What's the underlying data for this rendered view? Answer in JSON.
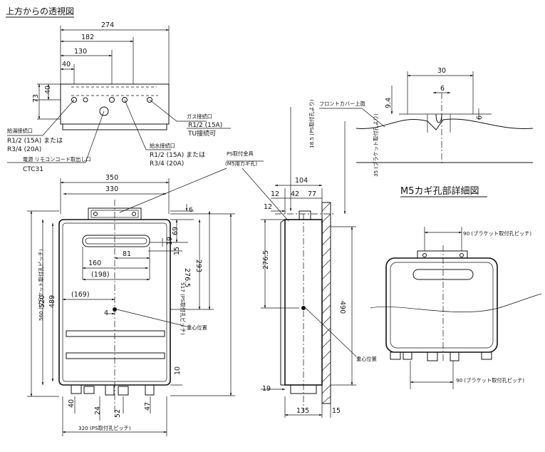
{
  "titles": {
    "top_view": "上方からの透視図",
    "m5_detail": "M5カギ孔部詳細図"
  },
  "top_view": {
    "dims": {
      "w274": "274",
      "w182": "182",
      "w130": "130",
      "w40": "40",
      "h73": "73",
      "h40": "40"
    },
    "labels": {
      "gas": "ガス接続口",
      "gas_spec": "R1/2 (15A)",
      "gas_tu": "TU接続可",
      "hot": "給湯接続口",
      "hot_spec1": "R1/2 (15A) または",
      "hot_spec2": "R3/4 (20A)",
      "power": "電源 リモコンコード取出し口",
      "ctc": "CTC31",
      "cold": "給水接続口",
      "cold_spec1": "R1/2 (15A) または",
      "cold_spec2": "R3/4 (20A)"
    }
  },
  "front_view": {
    "ps_label": "PS取付金具",
    "ps_hole": "(M5用カギ孔)",
    "center": "重心位置",
    "dims": {
      "w350": "350",
      "w330": "330",
      "d6": "6",
      "d69": "69",
      "d19": "19",
      "d81": "81",
      "d15": "15",
      "d160": "160",
      "d198": "(198)",
      "h2765": "276.5",
      "h293": "293",
      "d169": "(169)",
      "d4": "4",
      "v517": "517 (PS取付孔ピッチ)",
      "h560": "560 (ブラケット取付孔ピッチ)",
      "h520": "520",
      "h489": "489",
      "d10": "10",
      "b40": "40",
      "b24": "24",
      "b52": "52",
      "b47": "47",
      "b320": "320 (PS取付孔ピッチ)"
    }
  },
  "side_view": {
    "center": "重心位置",
    "dims": {
      "v185": "18.5 (PS取付孔より)",
      "v35": "35 (ブラケット取付孔より)",
      "w104": "104",
      "w12a": "12",
      "w42": "42",
      "w77": "77",
      "w12b": "12",
      "h2765": "276.5",
      "h490": "490",
      "w19": "19",
      "w135": "135",
      "w15": "15"
    }
  },
  "m5_view": {
    "front_cover": "フロントカバー上面",
    "dims": {
      "d30": "30",
      "d6a": "6",
      "d94": "9.4",
      "d6b": "6"
    }
  },
  "rear_view": {
    "dims": {
      "top90": "90 (ブラケット取付孔ピッチ)",
      "bot90": "90 (ブラケット取付孔ピッチ)"
    }
  }
}
